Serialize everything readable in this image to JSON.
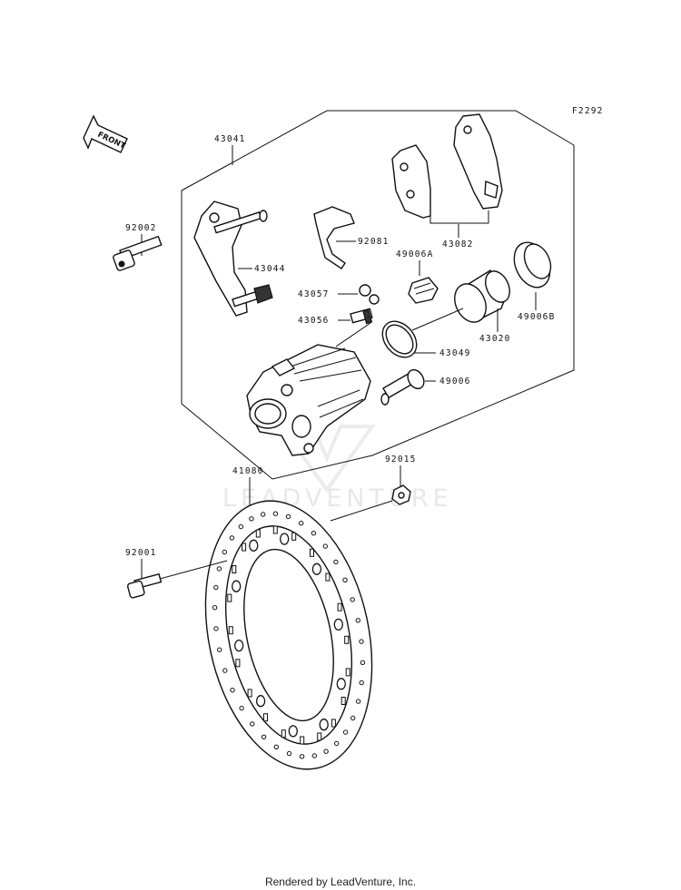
{
  "diagram_code": "F2292",
  "front_label": "FRONT",
  "watermark": "LEADVENTURE",
  "footer": "Rendered by LeadVenture, Inc.",
  "parts": {
    "p43041": "43041",
    "p92002": "92002",
    "p43044": "43044",
    "p92081": "92081",
    "p43082": "43082",
    "p49006A": "49006A",
    "p43057": "43057",
    "p43056": "43056",
    "p49006B": "49006B",
    "p43020": "43020",
    "p43049": "43049",
    "p49006": "49006",
    "p92015": "92015",
    "p41080": "41080",
    "p92001": "92001"
  }
}
